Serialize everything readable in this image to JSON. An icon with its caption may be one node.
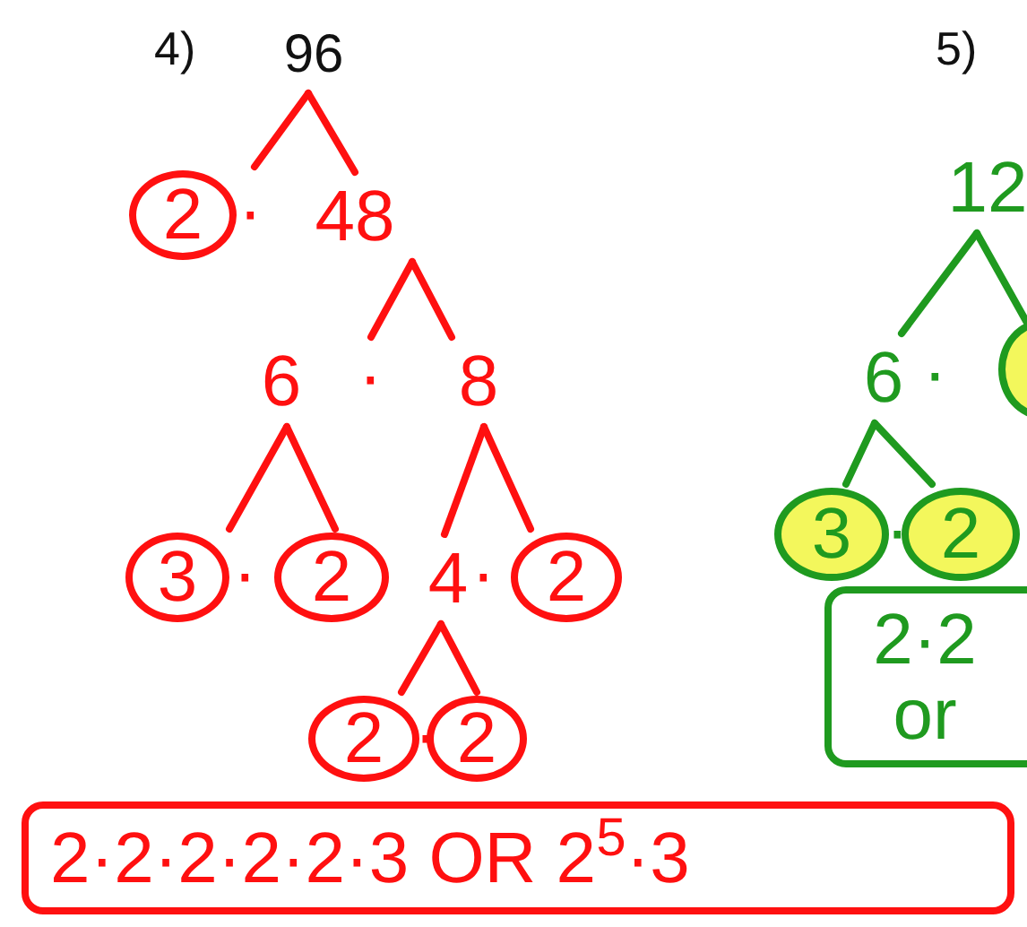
{
  "diagram": {
    "nodes": [
      {
        "text": [
          "96"
        ]
      },
      {
        "text": [
          "2"
        ]
      },
      {
        "text": [
          "48"
        ]
      },
      {
        "text": [
          "6"
        ]
      },
      {
        "text": [
          "8"
        ]
      },
      {
        "text": [
          "3"
        ]
      },
      {
        "text": [
          "2"
        ]
      },
      {
        "text": [
          "4"
        ]
      },
      {
        "text": [
          "2"
        ]
      },
      {
        "text": [
          "2"
        ]
      },
      {
        "text": [
          "2"
        ]
      },
      {
        "text": [
          "2·2·2·2·2·3 OR 2$^{5}$·3"
        ]
      },
      {
        "text": [
          "12"
        ]
      },
      {
        "text": [
          "6"
        ]
      },
      {
        "text": [],
        "shape": "circle"
      },
      {
        "text": [
          "3"
        ]
      },
      {
        "text": [
          "2"
        ]
      },
      {
        "text": [
          "2·2 or"
        ]
      }
    ],
    "edges": [
      {
        "from": 0,
        "to": 1,
        "arrow": "none"
      },
      {
        "from": 0,
        "to": 2,
        "arrow": "none"
      },
      {
        "from": 2,
        "to": 3,
        "arrow": "none"
      },
      {
        "from": 2,
        "to": 4,
        "arrow": "none"
      },
      {
        "from": 3,
        "to": 5,
        "arrow": "none"
      },
      {
        "from": 3,
        "to": 6,
        "arrow": "none"
      },
      {
        "from": 4,
        "to": 7,
        "arrow": "none"
      },
      {
        "from": 4,
        "to": 8,
        "arrow": "none"
      },
      {
        "from": 7,
        "to": 9,
        "arrow": "none"
      },
      {
        "from": 7,
        "to": 10,
        "arrow": "none"
      },
      {
        "from": 12,
        "to": 13,
        "arrow": "none",
        "color": "#1f9a1f"
      },
      {
        "from": 12,
        "to": 14,
        "arrow": "none",
        "color": "#1f9a1f"
      },
      {
        "from": 13,
        "to": 15,
        "arrow": "none",
        "color": "#1f9a1f"
      },
      {
        "from": 13,
        "to": 16,
        "arrow": "none",
        "color": "#1f9a1f"
      }
    ],
    "labels": [
      "4)",
      "5)",
      "·",
      "·",
      "·",
      "·",
      "·",
      "·",
      "·"
    ]
  }
}
